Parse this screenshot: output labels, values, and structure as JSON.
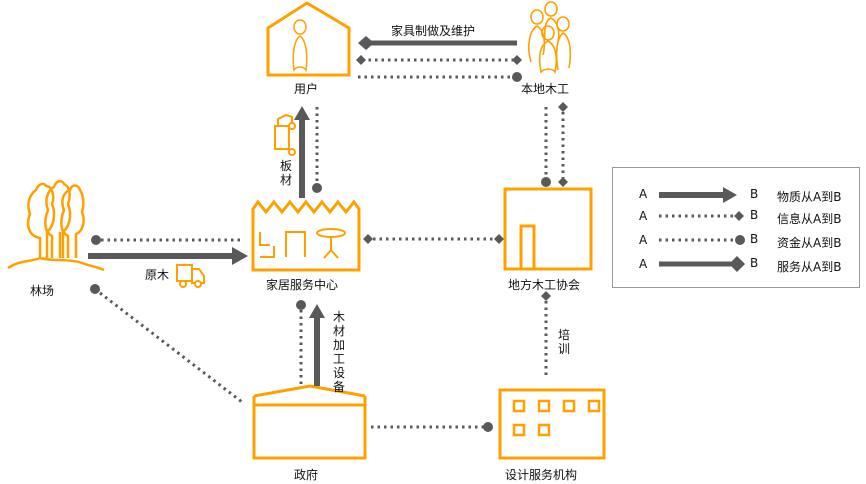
{
  "colors": {
    "accent": "#FFA000",
    "line": "#595959"
  },
  "nodes": {
    "user": "用户",
    "carpenters": "本地木工",
    "forest": "林场",
    "service_center": "家居服务中心",
    "association": "地方木工协会",
    "government": "政府",
    "design_agency": "设计服务机构"
  },
  "edges": {
    "furniture_service": "家具制做及维护",
    "raw_wood": "原木",
    "boards": "板材",
    "equipment": "木材加工设备",
    "training": "培训"
  },
  "legend": {
    "a": "A",
    "b": "B",
    "items": [
      {
        "type": "material",
        "label": "物质从A到B"
      },
      {
        "type": "information",
        "label": "信息从A到B"
      },
      {
        "type": "funds",
        "label": "资金从A到B"
      },
      {
        "type": "service",
        "label": "服务从A到B"
      }
    ]
  },
  "icons": [
    "house-person-icon",
    "people-group-icon",
    "trees-icon",
    "factory-icon",
    "workshop-icon",
    "government-building-icon",
    "office-building-icon",
    "truck-icon"
  ]
}
